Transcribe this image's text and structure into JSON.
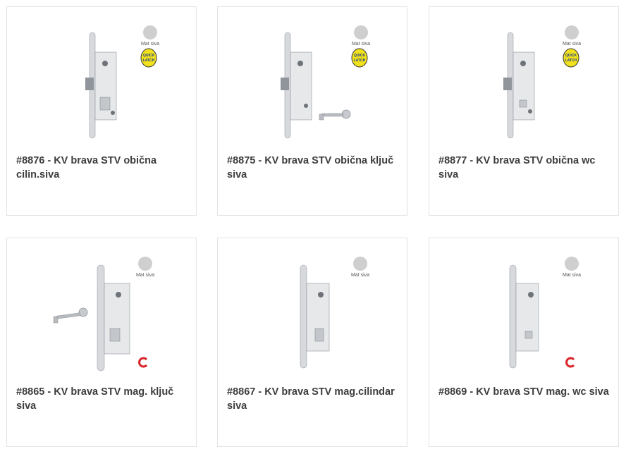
{
  "products": [
    {
      "title": "#8876 - KV brava STV obična cilin.siva",
      "finish": "Mat siva",
      "badge": "QUICK LATCH"
    },
    {
      "title": "#8875 - KV brava STV obična ključ siva",
      "finish": "Mat siva",
      "badge": "QUICK LATCH"
    },
    {
      "title": "#8877 - KV brava STV obična wc siva",
      "finish": "Mat siva",
      "badge": "QUICK LATCH"
    },
    {
      "title": "#8865 - KV brava STV mag. ključ siva",
      "finish": "Mat siva"
    },
    {
      "title": "#8867 - KV brava STV mag.cilindar siva",
      "finish": "Mat siva"
    },
    {
      "title": "#8869 - KV brava STV mag. wc siva",
      "finish": "Mat siva"
    }
  ],
  "colors": {
    "swatch": "#cfcfcf",
    "badge_yellow": "#f2e11d",
    "magnet_red": "#d9232a"
  }
}
